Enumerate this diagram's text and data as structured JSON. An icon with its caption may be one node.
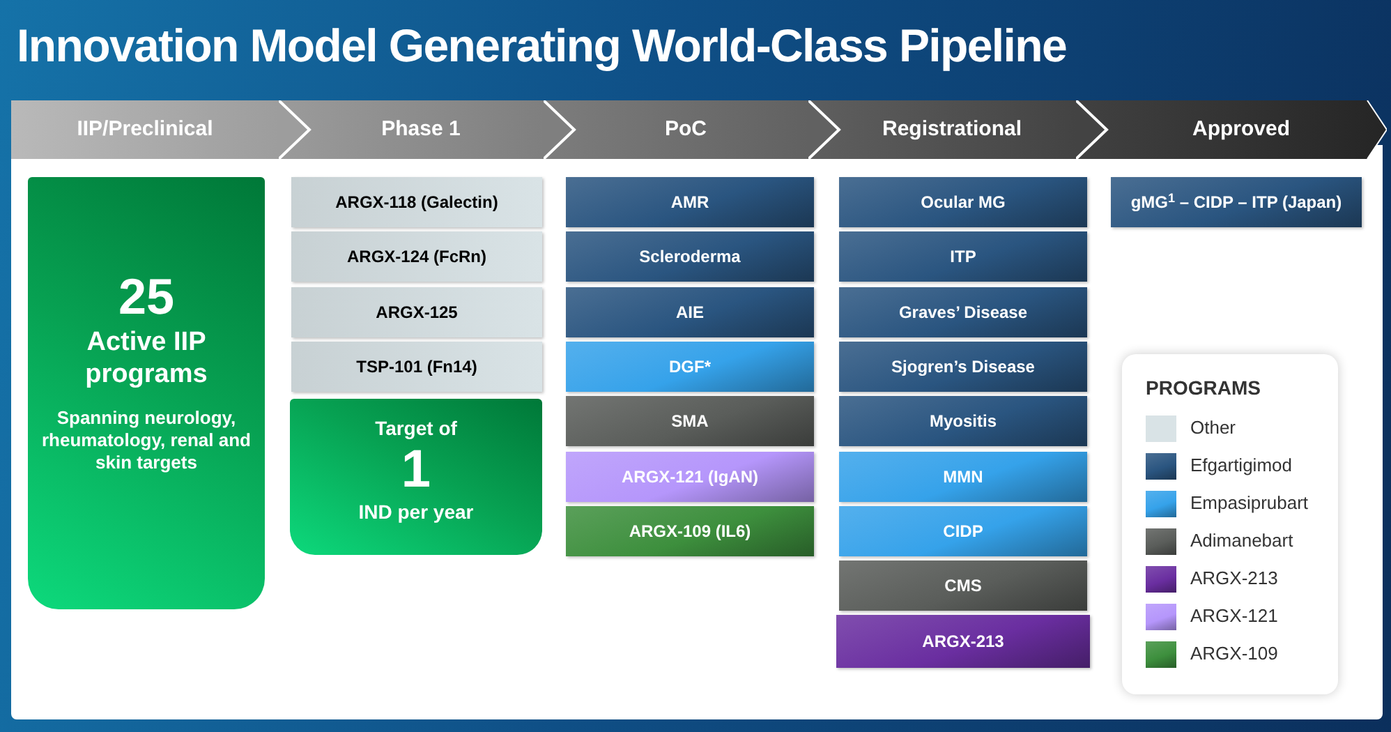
{
  "diagram": {
    "title": "Innovation Model Generating World-Class Pipeline",
    "nodes": [
      {
        "text": [
          "IIP/Preclinical"
        ]
      },
      {
        "text": [
          "Phase 1"
        ]
      },
      {
        "text": [
          "PoC"
        ]
      },
      {
        "text": [
          "Registrational"
        ]
      },
      {
        "text": [
          "Approved"
        ]
      },
      {
        "text": [
          "25",
          "Active IIP programs",
          "Spanning neurology, rheumatology, renal and skin targets"
        ]
      },
      {
        "text": [
          "ARGX-118 (Galectin)"
        ]
      },
      {
        "text": [
          "ARGX-124 (FcRn)"
        ]
      },
      {
        "text": [
          "ARGX-125"
        ]
      },
      {
        "text": [
          "TSP-101 (Fn14)"
        ]
      },
      {
        "text": [
          "Target of",
          "1",
          "IND per year"
        ]
      },
      {
        "text": [
          "AMR"
        ]
      },
      {
        "text": [
          "Scleroderma"
        ]
      },
      {
        "text": [
          "AIE"
        ]
      },
      {
        "text": [
          "DGF*"
        ]
      },
      {
        "text": [
          "SMA"
        ]
      },
      {
        "text": [
          "ARGX-121 (IgAN)"
        ]
      },
      {
        "text": [
          "ARGX-109 (IL6)"
        ]
      },
      {
        "text": [
          "Ocular MG"
        ]
      },
      {
        "text": [
          "ITP"
        ]
      },
      {
        "text": [
          "Graves’ Disease"
        ]
      },
      {
        "text": [
          "Sjogren’s Disease"
        ]
      },
      {
        "text": [
          "Myositis"
        ]
      },
      {
        "text": [
          "MMN"
        ]
      },
      {
        "text": [
          "CIDP"
        ]
      },
      {
        "text": [
          "CMS"
        ]
      },
      {
        "text": [
          "ARGX-213"
        ]
      },
      {
        "text": [
          "gMG$^{1}$ – CIDP – ITP (Japan)"
        ]
      }
    ],
    "labels": [
      "PROGRAMS"
    ],
    "legend": [
      {
        "text": "Other",
        "color": "#d9e3e6"
      },
      {
        "text": "Efgartigimod",
        "color": "#2a5580"
      },
      {
        "text": "Empasiprubart",
        "color": "#35a2ea"
      },
      {
        "text": "Adimanebart",
        "color": "#5a5d5a"
      },
      {
        "text": "ARGX-213",
        "color": "#6a2ea0"
      },
      {
        "text": "ARGX-121",
        "color": "#b596fb"
      },
      {
        "text": "ARGX-109",
        "color": "#3d8f3d"
      }
    ]
  }
}
